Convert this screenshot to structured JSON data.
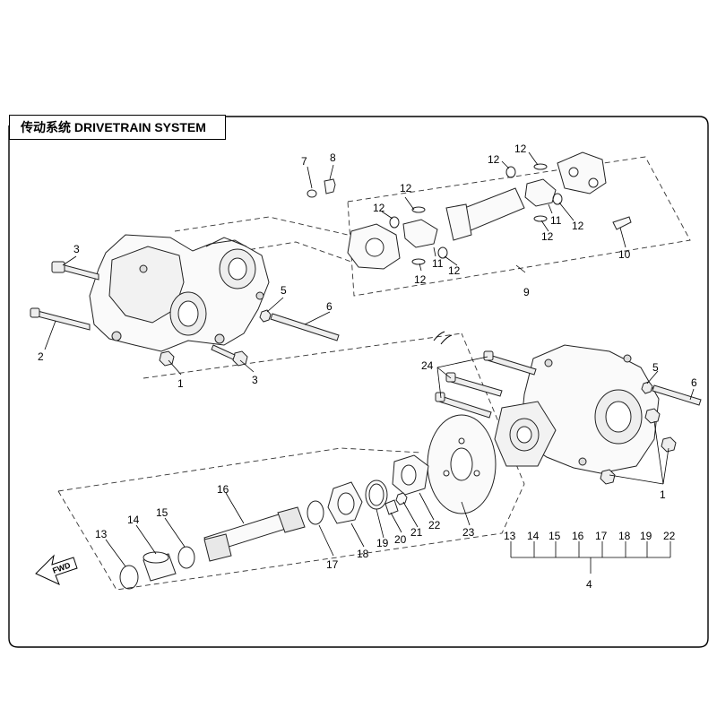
{
  "title": "传动系统 DRIVETRAIN SYSTEM",
  "fwd_label": "FWD",
  "callouts": [
    {
      "id": "c1a",
      "label": "1"
    },
    {
      "id": "c1b",
      "label": "1"
    },
    {
      "id": "c2",
      "label": "2"
    },
    {
      "id": "c3a",
      "label": "3"
    },
    {
      "id": "c3b",
      "label": "3"
    },
    {
      "id": "c4",
      "label": "4"
    },
    {
      "id": "c5a",
      "label": "5"
    },
    {
      "id": "c5b",
      "label": "5"
    },
    {
      "id": "c6a",
      "label": "6"
    },
    {
      "id": "c6b",
      "label": "6"
    },
    {
      "id": "c7",
      "label": "7"
    },
    {
      "id": "c8",
      "label": "8"
    },
    {
      "id": "c9",
      "label": "9"
    },
    {
      "id": "c10",
      "label": "10"
    },
    {
      "id": "c11a",
      "label": "11"
    },
    {
      "id": "c11b",
      "label": "11"
    },
    {
      "id": "c12a",
      "label": "12"
    },
    {
      "id": "c12b",
      "label": "12"
    },
    {
      "id": "c12c",
      "label": "12"
    },
    {
      "id": "c12d",
      "label": "12"
    },
    {
      "id": "c12e",
      "label": "12"
    },
    {
      "id": "c12f",
      "label": "12"
    },
    {
      "id": "c12g",
      "label": "12"
    },
    {
      "id": "c12h",
      "label": "12"
    },
    {
      "id": "c13",
      "label": "13"
    },
    {
      "id": "c14",
      "label": "14"
    },
    {
      "id": "c15",
      "label": "15"
    },
    {
      "id": "c16",
      "label": "16"
    },
    {
      "id": "c17",
      "label": "17"
    },
    {
      "id": "c18",
      "label": "18"
    },
    {
      "id": "c19",
      "label": "19"
    },
    {
      "id": "c20",
      "label": "20"
    },
    {
      "id": "c21",
      "label": "21"
    },
    {
      "id": "c22",
      "label": "22"
    },
    {
      "id": "c23",
      "label": "23"
    },
    {
      "id": "c24",
      "label": "24"
    }
  ],
  "kit_group": {
    "items": [
      "13",
      "14",
      "15",
      "16",
      "17",
      "18",
      "19",
      "22"
    ],
    "result": "4"
  }
}
